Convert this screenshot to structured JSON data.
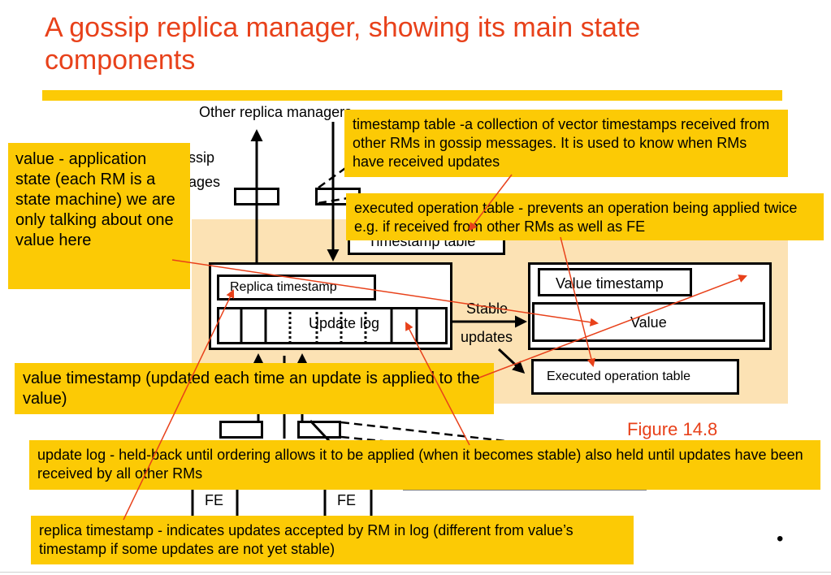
{
  "slide": {
    "title": "A gossip replica manager, showing its main state components",
    "figure_label": "Figure 14.8",
    "bullet": "•"
  },
  "diagram": {
    "other_rms": "Other replica   managers",
    "gossip_partial": "ssip",
    "messages_partial": "ages",
    "timestamp_table": "Timestamp table",
    "replica_timestamp": "Replica timestamp",
    "update_log": "Update log",
    "stable": "Stable",
    "updates": "updates",
    "value_timestamp": "Value timestamp",
    "value": "Value",
    "executed_operation_table": "Executed operation table",
    "fe_left": "FE",
    "fe_right": "FE"
  },
  "notes": {
    "timestamp_table": "timestamp table -a  collection of vector timestamps received from other RMs in gossip messages. It is used to know when RMs have received updates",
    "value": "value - application state (each RM is a state machine) we are only talking about one value here",
    "executed_operation_table": "executed operation table - prevents an operation being applied twice e.g. if received from other RMs as well as FE",
    "value_timestamp": "value timestamp (updated each time an update is applied to the value)",
    "update_log": "update log - held-back until ordering allows it to be applied (when it becomes stable) also held until updates have been received by all other RMs",
    "replica_timestamp": "replica timestamp - indicates updates accepted by RM in log (different from value’s timestamp if some updates are not yet stable)"
  },
  "colors": {
    "title": "#e8411a",
    "accent_bar": "#fcca05",
    "note_fill": "#fcca05",
    "panel_fill": "#fce2b4",
    "pointer_line": "#e8411a"
  }
}
